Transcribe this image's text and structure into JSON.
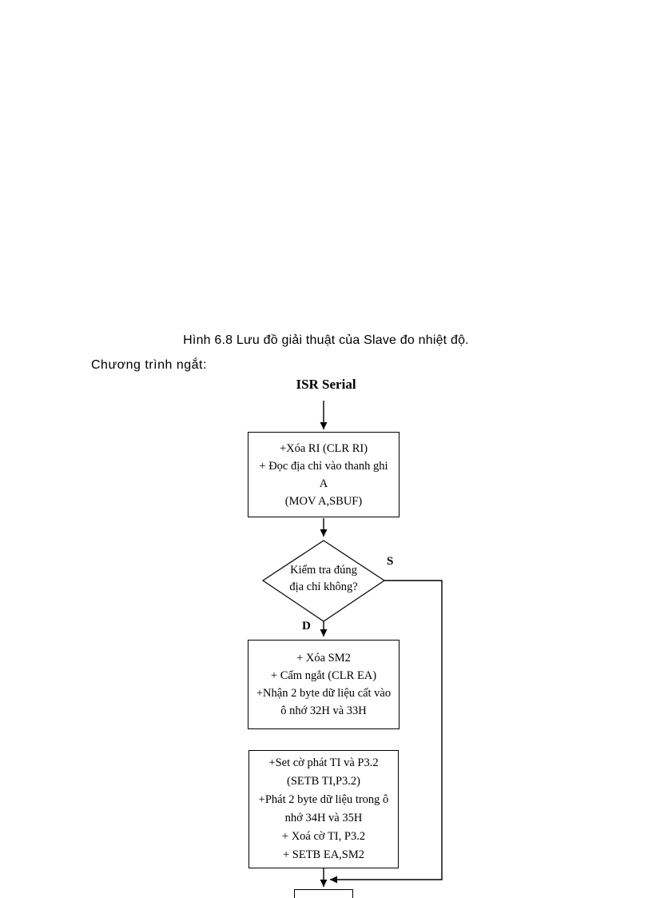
{
  "page": {
    "caption": "Hình 6.8 Lưu đồ giải thuật của Slave đo nhiệt độ.",
    "intro": "Chương trình ngắt:",
    "flowchart_title": "ISR Serial"
  },
  "flowchart": {
    "box_read": "+Xóa RI (CLR RI)\n+ Đọc địa chỉ vào thanh ghi\nA\n(MOV A,SBUF)",
    "decision": "Kiểm tra đúng\nđịa chỉ không?",
    "branch_s": "S",
    "branch_d": "D",
    "box_receive": "+ Xóa SM2\n+ Cấm ngắt (CLR EA)\n+Nhận 2 byte dữ liệu cất vào\nô nhớ 32H và 33H",
    "box_transmit": "+Set cờ phát TI và P3.2\n(SETB TI,P3.2)\n+Phát 2 byte dữ liệu trong ô\nnhớ 34H và 35H\n+ Xoá cờ TI, P3.2\n+ SETB EA,SM2"
  }
}
